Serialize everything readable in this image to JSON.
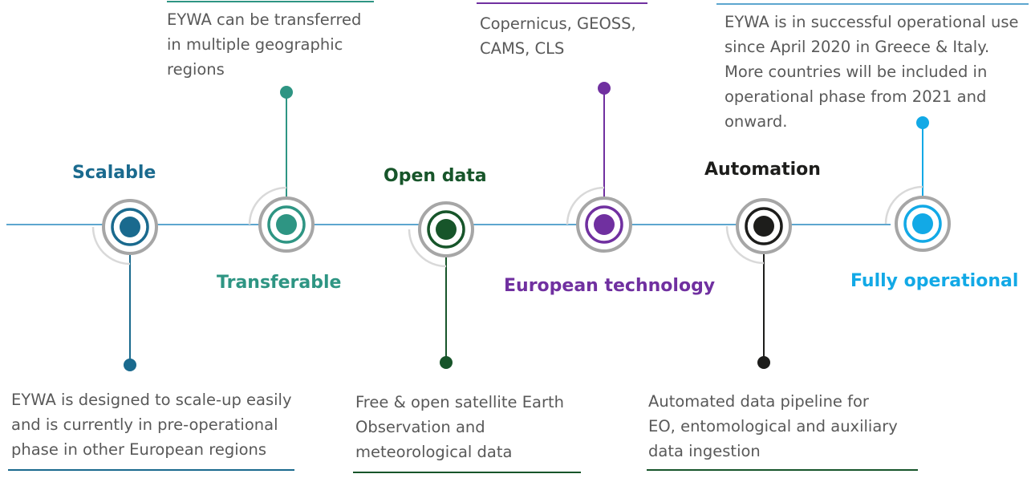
{
  "colors": {
    "timeline": "#5da6cf",
    "ring_gray": "#a6a6a6",
    "ring_light": "#d9d9d9",
    "text_gray": "#595959"
  },
  "stages": [
    {
      "title": "Scalable",
      "color": "#1a6a8e",
      "description": "EYWA is designed to scale-up easily\nand is currently in pre-operational\nphase in other European regions"
    },
    {
      "title": "Transferable",
      "color": "#2e9583",
      "description": "EYWA can be transferred\nin multiple geographic\nregions"
    },
    {
      "title": "Open data",
      "color": "#17552a",
      "description": "Free & open satellite Earth\nObservation and\nmeteorological data"
    },
    {
      "title": "European technology",
      "color": "#7030a0",
      "description": "Copernicus, GEOSS,\nCAMS, CLS"
    },
    {
      "title": "Automation",
      "color": "#1d1d1b",
      "description": "Automated data pipeline for\nEO, entomological and auxiliary\ndata ingestion"
    },
    {
      "title": "Fully operational",
      "color": "#12a9e6",
      "description": "EYWA is in successful operational use\nsince April 2020 in Greece & Italy.\nMore countries will be included in\noperational phase from 2021 and\nonward."
    }
  ]
}
